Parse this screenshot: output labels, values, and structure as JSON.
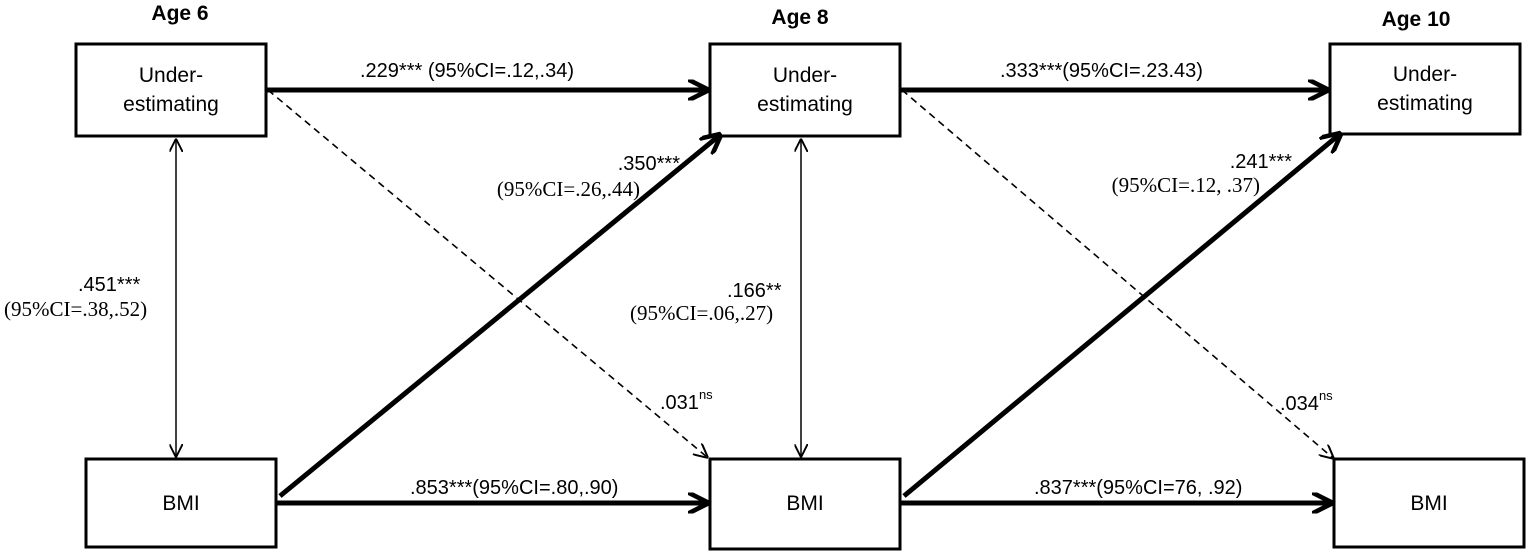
{
  "ages": {
    "age6": "Age 6",
    "age8": "Age 8",
    "age10": "Age 10"
  },
  "boxes": {
    "under_line1": "Under-",
    "under_line2": "estimating",
    "bmi": "BMI"
  },
  "paths": {
    "under6_to_under8": ".229*** (95%CI=.12,.34)",
    "under8_to_under10": ".333***(95%CI=.23.43)",
    "bmi6_to_bmi8": ".853***(95%CI=.80,.90)",
    "bmi8_to_bmi10": ".837***(95%CI=76, .92)",
    "bmi6_to_under8_coef": ".350***",
    "bmi6_to_under8_ci": "(95%CI=.26,.44)",
    "bmi8_to_under10_coef": ".241***",
    "bmi8_to_under10_ci": "(95%CI=.12, .37)",
    "under6_to_bmi8_coef": ".031",
    "under6_to_bmi8_sig": "ns",
    "under8_to_bmi10_coef": ".034",
    "under8_to_bmi10_sig": "ns",
    "corr6_coef": ".451***",
    "corr6_ci": "(95%CI=.38,.52)",
    "corr8_coef": ".166**",
    "corr8_ci": "(95%CI=.06,.27)"
  },
  "styles": {
    "significant_path": "solid-bold",
    "nonsignificant_path": "dashed",
    "correlation": "double-headed-thin"
  }
}
